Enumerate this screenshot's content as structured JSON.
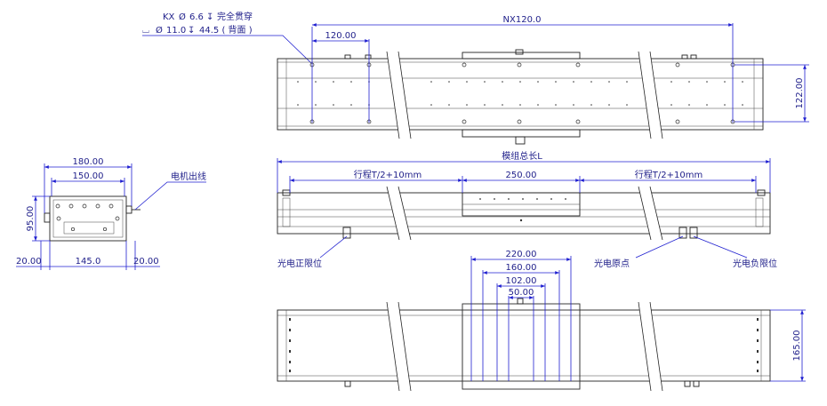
{
  "callout": {
    "line1_prefix": "KX",
    "line1_dia": "Ø",
    "line1_value": "6.6",
    "line1_depth": "↧",
    "line1_suffix": "完全贯穿",
    "line2_cbore": "⌴",
    "line2_dia": "Ø",
    "line2_value": "11.0",
    "line2_depth": "↧",
    "line2_suffix": "44.5 ( 背面 )"
  },
  "top_view": {
    "dim_pitch_total": "NX120.0",
    "dim_pitch": "120.00",
    "dim_height": "122.00"
  },
  "end_view": {
    "dim_outer": "180.00",
    "dim_inner": "150.00",
    "dim_height": "95.00",
    "dim_left": "20.00",
    "dim_center": "145.0",
    "dim_right": "20.00",
    "label_motor": "电机出线"
  },
  "side_view": {
    "dim_total": "模组总长L",
    "dim_stroke_left": "行程T/2+10mm",
    "dim_carriage": "250.00",
    "dim_stroke_right": "行程T/2+10mm",
    "label_pos_limit": "光电正限位",
    "label_origin": "光电原点",
    "label_neg_limit": "光电负限位"
  },
  "bottom_view": {
    "dim_a": "220.00",
    "dim_b": "160.00",
    "dim_c": "102.00",
    "dim_d": "50.00",
    "dim_height": "165.00"
  }
}
